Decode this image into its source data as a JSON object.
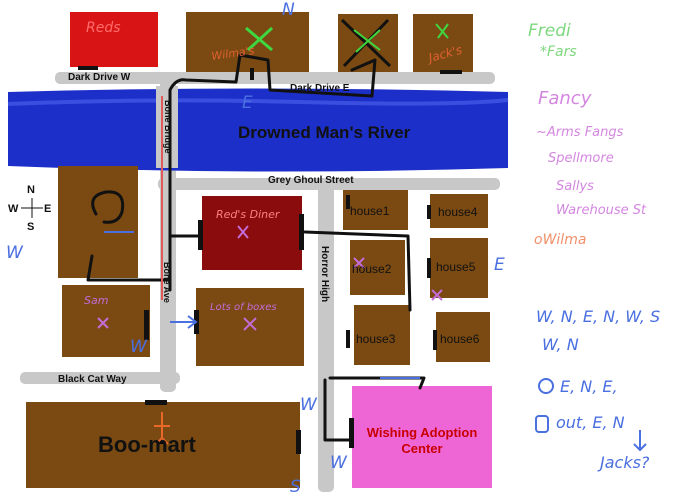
{
  "rivers": {
    "main": "Drowned Man's River"
  },
  "streets": {
    "dark_drive_w": "Dark Drive W",
    "dark_drive_e": "Dark Drive E",
    "grey_ghoul": "Grey Ghoul Street",
    "black_cat": "Black Cat Way",
    "bone_bridge": "Bone Bridge",
    "bone_ave": "Bone Ave",
    "horror_high": "Horror High"
  },
  "buildings": {
    "reds": "Reds",
    "wilmas": "Wilma's",
    "jacks": "Jack's",
    "reds_diner": "Red's Diner",
    "sam": "Sam",
    "lots_of_boxes": "Lots of boxes",
    "house1": "house1",
    "house2": "house2",
    "house3": "house3",
    "house4": "house4",
    "house5": "house5",
    "house6": "house6",
    "boomart": "Boo-mart",
    "wishing": [
      "Wishing Adoption",
      "Center"
    ]
  },
  "compass": {
    "n": "N",
    "s": "S",
    "w": "W",
    "e": "E"
  },
  "legend": {
    "title": "Fredi",
    "sub": "*Fars",
    "fancy": "Fancy",
    "items": [
      "~Arms Fangs",
      "Spellmore",
      "Sallys",
      "Warehouse St"
    ],
    "wilma": "oWilma"
  },
  "notes": {
    "line1": "W, N, E, N, W, S",
    "line2": "W, N",
    "line3": "E, N, E,",
    "line4": "out, E, N",
    "line5": "Jacks?",
    "line4_icon": "jar-icon"
  },
  "colors": {
    "river": "#1d2fc9",
    "building": "#7a4a12",
    "red": "#d81414",
    "dark_red": "#8a0c0c",
    "pink": "#ee66d6",
    "road": "#c8c8c8"
  }
}
